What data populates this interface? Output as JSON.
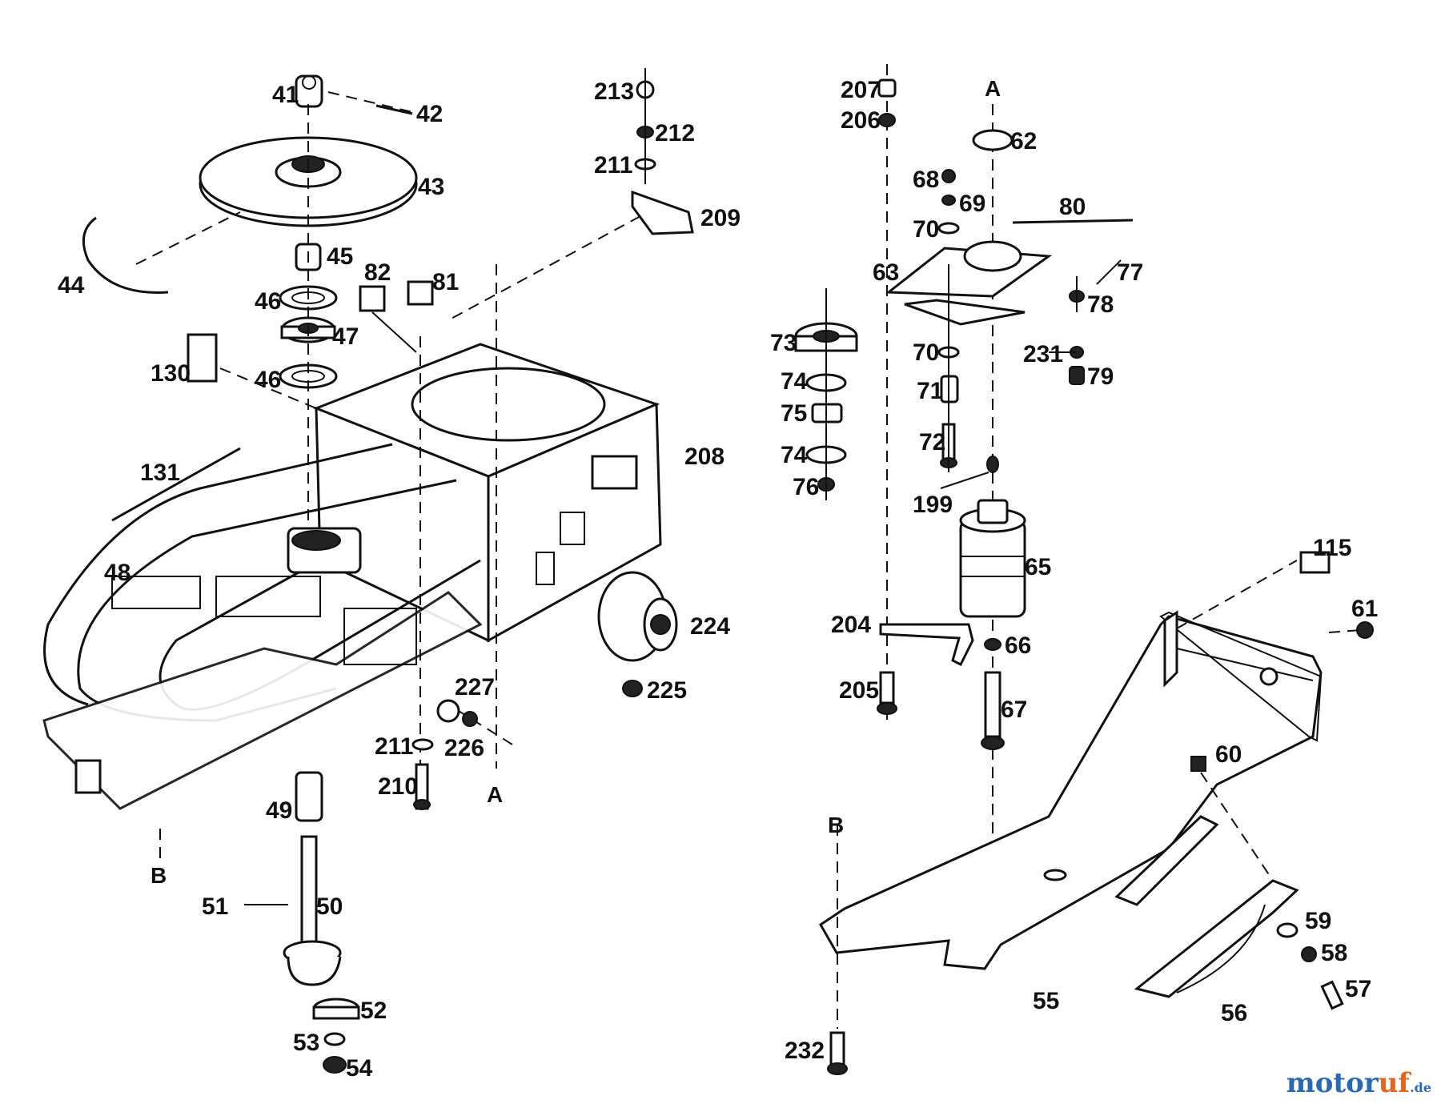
{
  "diagram": {
    "labels": [
      "41",
      "42",
      "43",
      "44",
      "45",
      "46",
      "47",
      "46",
      "130",
      "131",
      "48",
      "49",
      "50",
      "51",
      "52",
      "53",
      "54",
      "213",
      "212",
      "211",
      "209",
      "82",
      "81",
      "208",
      "224",
      "225",
      "227",
      "226",
      "211",
      "210",
      "A",
      "207",
      "206",
      "A",
      "62",
      "68",
      "69",
      "70",
      "80",
      "63",
      "77",
      "78",
      "73",
      "74",
      "75",
      "74",
      "76",
      "70",
      "71",
      "72",
      "231",
      "79",
      "199",
      "65",
      "204",
      "66",
      "205",
      "67",
      "115",
      "61",
      "60",
      "B",
      "B",
      "59",
      "58",
      "57",
      "56",
      "55",
      "232"
    ]
  },
  "watermark": {
    "brand_a": "motor",
    "brand_b": "uf",
    "suffix": ".de"
  }
}
